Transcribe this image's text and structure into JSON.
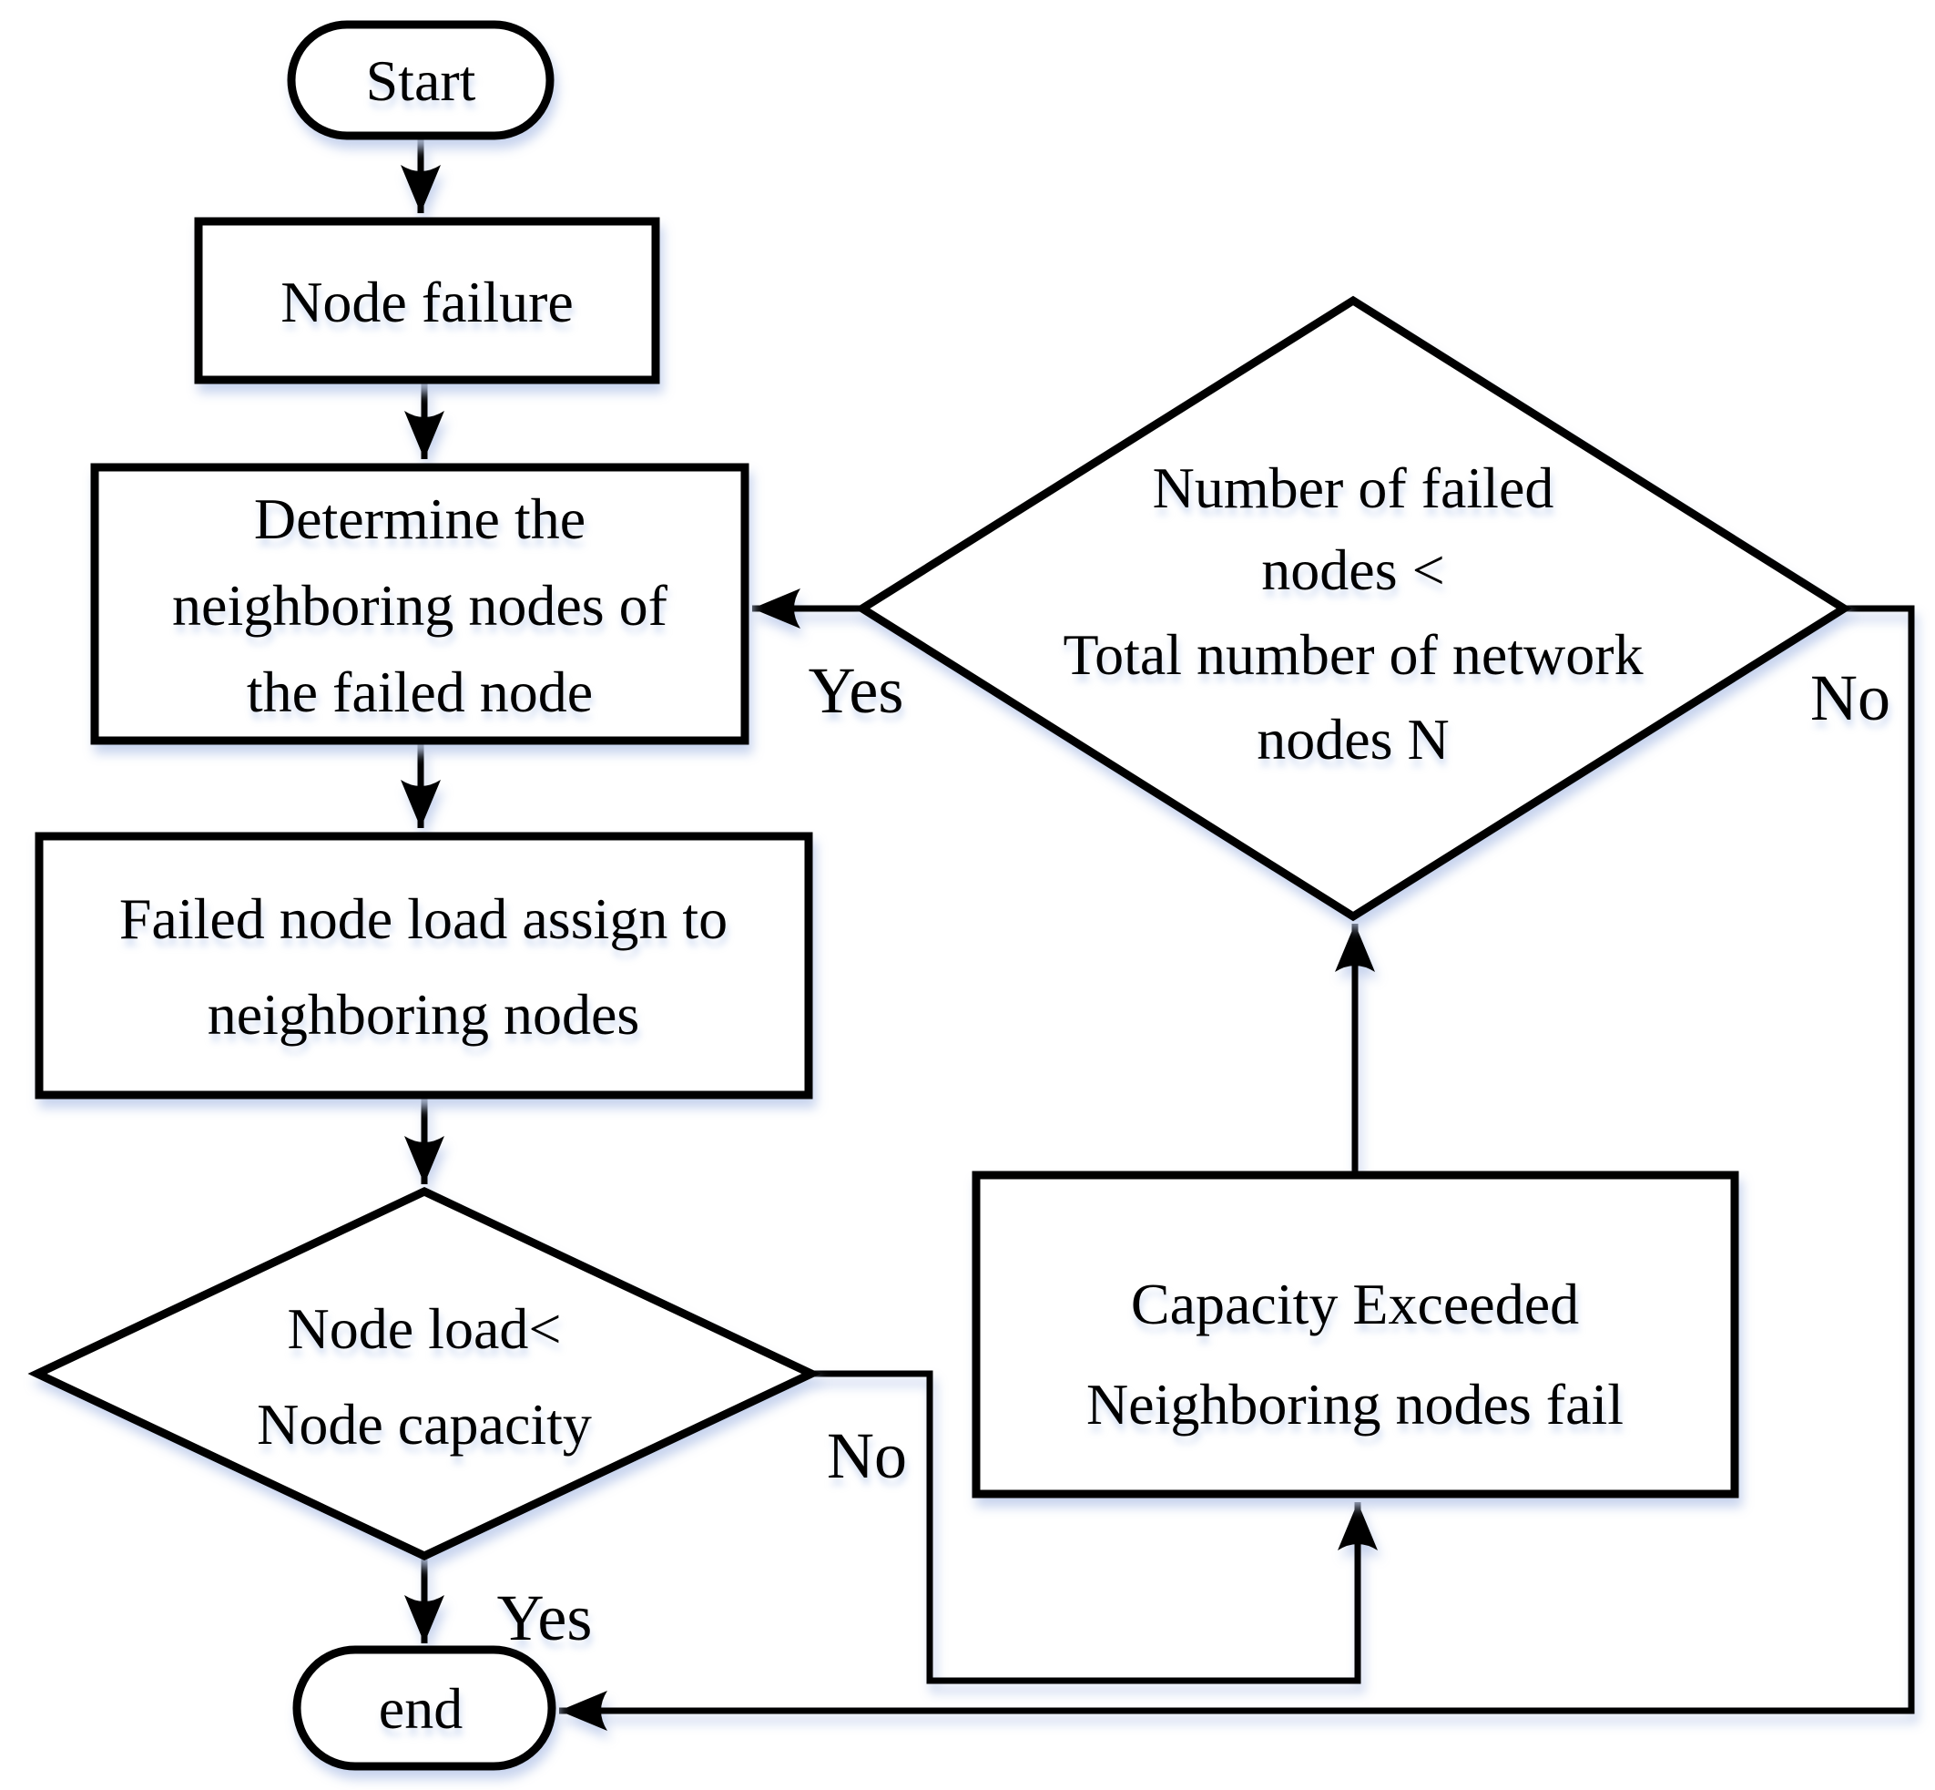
{
  "diagram": {
    "type": "flowchart",
    "colors": {
      "stroke": "#000000",
      "node_fill": "#ffffff",
      "background": "#ffffff",
      "text": "#000000",
      "soft_shadow": "#c9d6ee"
    },
    "nodes": {
      "start": {
        "shape": "terminator",
        "label": "Start"
      },
      "node_failure": {
        "shape": "process",
        "label": "Node failure"
      },
      "determine_neighbors": {
        "shape": "process",
        "lines": [
          "Determine the",
          "neighboring nodes of",
          "the failed node"
        ]
      },
      "assign_load": {
        "shape": "process",
        "lines": [
          "Failed node load assign to",
          "neighboring nodes"
        ]
      },
      "load_check": {
        "shape": "decision",
        "lines": [
          "Node load<",
          "Node capacity"
        ]
      },
      "end": {
        "shape": "terminator",
        "label": "end"
      },
      "capacity_exceeded": {
        "shape": "process",
        "lines": [
          "Capacity Exceeded",
          "Neighboring nodes fail"
        ]
      },
      "failed_count_check": {
        "shape": "decision",
        "lines": [
          "Number of failed",
          "nodes <",
          "Total number of network",
          "nodes N"
        ]
      }
    },
    "edge_labels": {
      "load_check_yes": "Yes",
      "load_check_no": "No",
      "failed_count_yes": "Yes",
      "failed_count_no": "No"
    }
  }
}
